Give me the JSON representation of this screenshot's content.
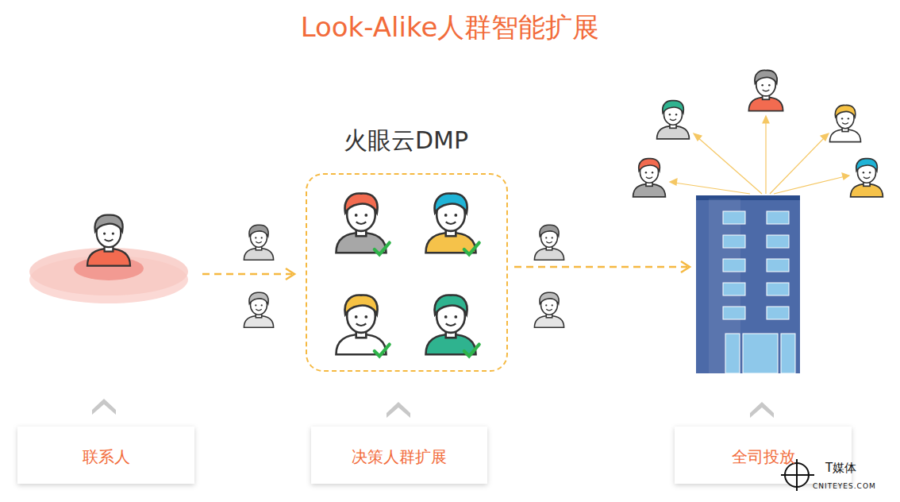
{
  "diagram": {
    "title": "Look-Alike人群智能扩展",
    "nodes": [
      {
        "text": [
          "火眼云DMP"
        ]
      },
      {
        "text": [
          "联系人"
        ]
      },
      {
        "text": [
          "决策人群扩展"
        ]
      },
      {
        "text": [
          "全司投放"
        ]
      }
    ],
    "labels": [
      "T媒体",
      "CNITEYES.COM"
    ]
  }
}
